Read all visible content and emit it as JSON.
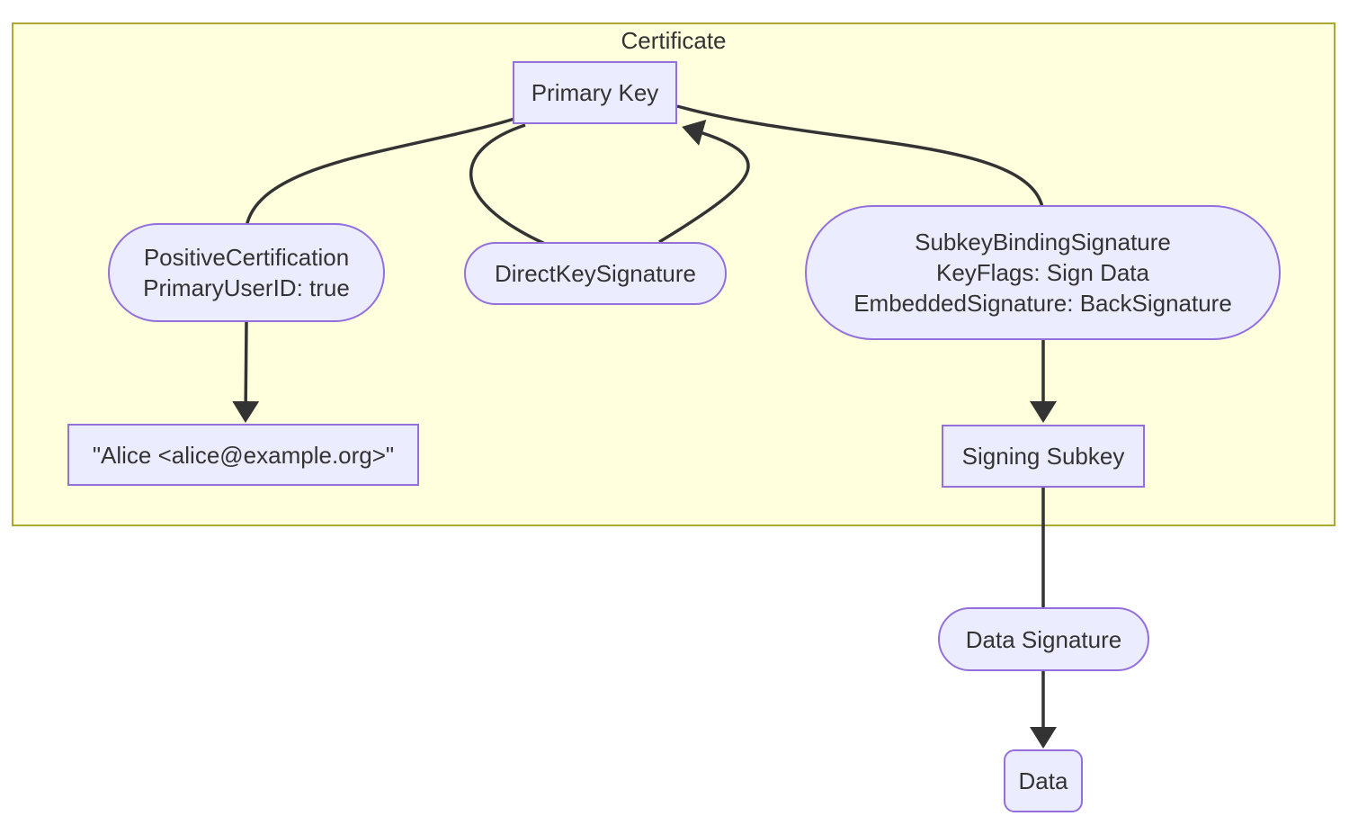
{
  "diagram": {
    "type": "flowchart",
    "cluster": {
      "label": "Certificate"
    },
    "nodes": {
      "primary_key": {
        "label": "Primary Key",
        "shape": "rect"
      },
      "positive_certification": {
        "shape": "stadium",
        "lines": [
          "PositiveCertification",
          "PrimaryUserID: true"
        ]
      },
      "direct_key_signature": {
        "label": "DirectKeySignature",
        "shape": "stadium"
      },
      "subkey_binding_signature": {
        "shape": "stadium",
        "lines": [
          "SubkeyBindingSignature",
          "KeyFlags: Sign Data",
          "EmbeddedSignature: BackSignature"
        ]
      },
      "user_id": {
        "label": "\"Alice <alice@example.org>\"",
        "shape": "rect"
      },
      "signing_subkey": {
        "label": "Signing Subkey",
        "shape": "rect"
      },
      "data_signature": {
        "label": "Data Signature",
        "shape": "stadium"
      },
      "data": {
        "label": "Data",
        "shape": "rounded"
      }
    },
    "edges": [
      {
        "from": "primary_key",
        "to": "positive_certification",
        "arrow": false
      },
      {
        "from": "positive_certification",
        "to": "user_id",
        "arrow": true
      },
      {
        "from": "primary_key",
        "to": "direct_key_signature",
        "arrow": false
      },
      {
        "from": "direct_key_signature",
        "to": "primary_key",
        "arrow": true
      },
      {
        "from": "primary_key",
        "to": "subkey_binding_signature",
        "arrow": false
      },
      {
        "from": "subkey_binding_signature",
        "to": "signing_subkey",
        "arrow": true
      },
      {
        "from": "signing_subkey",
        "to": "data_signature",
        "arrow": false
      },
      {
        "from": "data_signature",
        "to": "data",
        "arrow": true
      }
    ],
    "colors": {
      "node_fill": "#ECECFF",
      "node_border": "#9370DB",
      "cluster_fill": "#FFFFDE",
      "cluster_border": "#AAAA33",
      "edge": "#333333",
      "text": "#333333"
    }
  }
}
